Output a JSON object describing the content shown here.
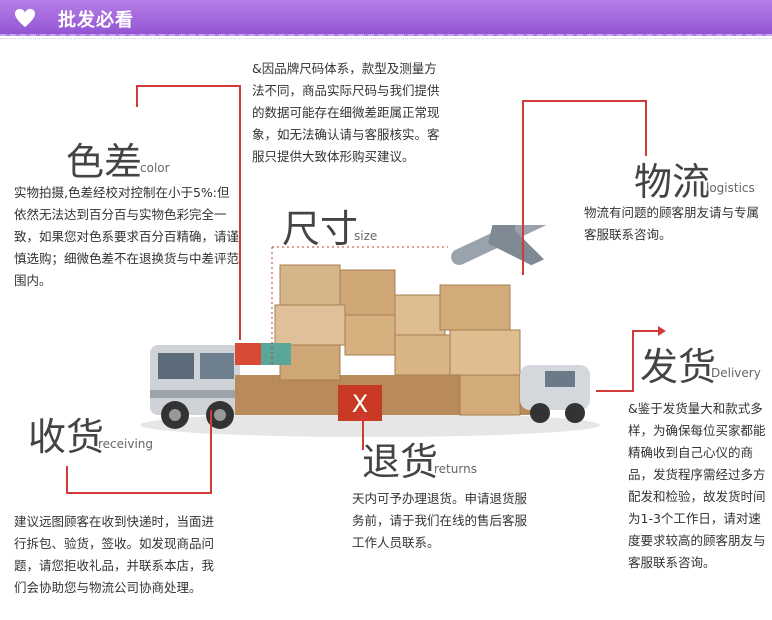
{
  "header": {
    "title": "批发必看",
    "icon": "heart-icon"
  },
  "sections": {
    "color": {
      "title": "色差",
      "en": "color",
      "body": "实物拍摄,色差经校对控制在小于5%:但依然无法达到百分百与实物色彩完全一致，如果您对色系要求百分百精确，请谨慎选购；细微色差不在退换货与中差评范围内。"
    },
    "size_note": {
      "body": "&因品牌尺码体系，款型及测量方法不同，商品实际尺码与我们提供的数据可能存在细微差距属正常现象，如无法确认请与客服核实。客服只提供大致体形购买建议。"
    },
    "size": {
      "title": "尺寸",
      "en": "size"
    },
    "logistics": {
      "title": "物流",
      "en": "logistics",
      "body": "物流有问题的顾客朋友请与专属客服联系咨询。"
    },
    "delivery": {
      "title": "发货",
      "en": "Delivery",
      "body": "&鉴于发货量大和款式多样，为确保每位买家都能精确收到自己心仪的商品，发货程序需经过多方配发和检验，故发货时间为1-3个工作日，请对速度要求较高的顾客朋友与客服联系咨询。"
    },
    "receiving": {
      "title": "收货",
      "en": "receiving",
      "body": "建议远图顾客在收到快递时，当面进行拆包、验货，签收。如发现商品问题，请您拒收礼品，并联系本店，我们会协助您与物流公司协商处理。"
    },
    "returns": {
      "title": "退货",
      "en": "returns",
      "body": "天内可予办理退货。申请退货服务前，请于我们在线的售后客服工作人员联系。"
    }
  },
  "scene": {
    "box_mark": "X"
  },
  "colors": {
    "accent": "#d23a3a",
    "header": "#9355d4"
  }
}
